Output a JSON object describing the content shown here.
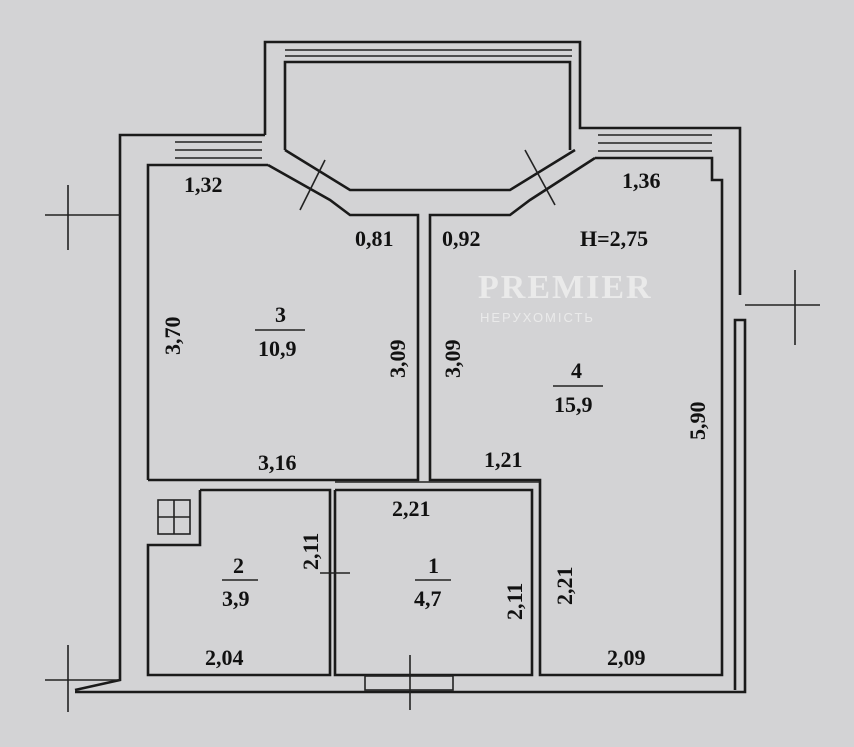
{
  "ceiling_height": "H=2,75",
  "rooms": [
    {
      "number": "1",
      "area": "4,7"
    },
    {
      "number": "2",
      "area": "3,9"
    },
    {
      "number": "3",
      "area": "10,9"
    },
    {
      "number": "4",
      "area": "15,9"
    }
  ],
  "dimensions": {
    "d132": "1,32",
    "d136": "1,36",
    "d081": "0,81",
    "d092": "0,92",
    "d370": "3,70",
    "d309a": "3,09",
    "d309b": "3,09",
    "d590": "5,90",
    "d316": "3,16",
    "d121": "1,21",
    "d221a": "2,21",
    "d211a": "2,11",
    "d211b": "2,11",
    "d221b": "2,21",
    "d204": "2,04",
    "d209": "2,09"
  },
  "watermark": {
    "brand": "PREMIER",
    "sub": "НЕРУХОМІСТЬ"
  }
}
